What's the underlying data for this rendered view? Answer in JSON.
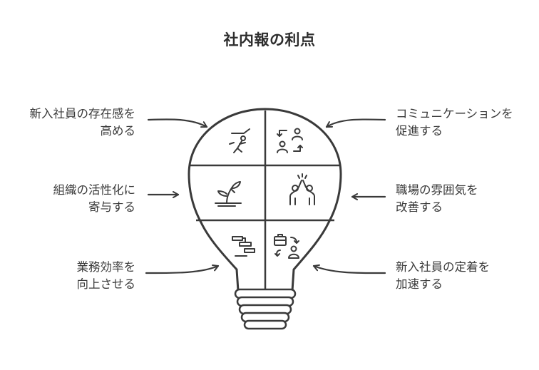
{
  "title": "社内報の利点",
  "benefits": {
    "left": [
      {
        "line1": "新入社員の存在感を",
        "line2": "高める",
        "icon": "climbing-person-icon"
      },
      {
        "line1": "組織の活性化に",
        "line2": "寄与する",
        "icon": "growing-plant-icon"
      },
      {
        "line1": "業務効率を",
        "line2": "向上させる",
        "icon": "gantt-chart-icon"
      }
    ],
    "right": [
      {
        "line1": "コミュニケーションを",
        "line2": "促進する",
        "icon": "people-exchange-icon"
      },
      {
        "line1": "職場の雰囲気を",
        "line2": "改善する",
        "icon": "high-five-icon"
      },
      {
        "line1": "新入社員の定着を",
        "line2": "加速する",
        "icon": "briefcase-person-icon"
      }
    ]
  },
  "colors": {
    "stroke": "#3a3a3a",
    "text": "#3a3a3a"
  }
}
